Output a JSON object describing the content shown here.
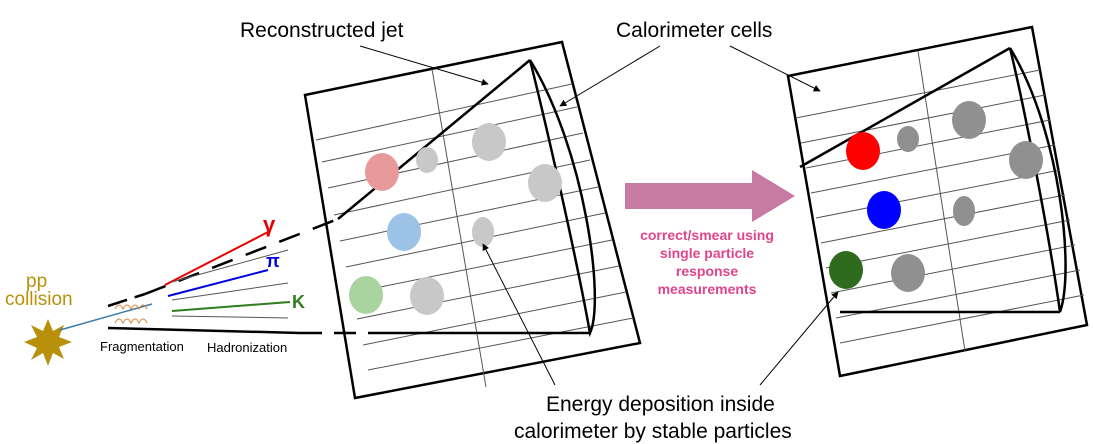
{
  "labels": {
    "reconstructed_jet": "Reconstructed jet",
    "calorimeter_cells": "Calorimeter cells",
    "pp": "pp",
    "collision": "collision",
    "fragmentation": "Fragmentation",
    "hadronization": "Hadronization",
    "energy_line1": "Energy deposition inside",
    "energy_line2": "calorimeter by stable particles"
  },
  "particles": {
    "gamma": "γ",
    "pi": "π",
    "k": "K"
  },
  "arrow_text": {
    "line1": "correct/smear using",
    "line2": "single particle",
    "line3": "response",
    "line4": "measurements"
  },
  "colors": {
    "collision_star": "#b8900a",
    "pp_text": "#b8900a",
    "gamma": "#e60000",
    "pi": "#0000e0",
    "k": "#2e7d1e",
    "arrow": "#c77ba3",
    "arrow_text": "#e0458a",
    "parton_line": "#3a7db0",
    "gluon": "#d9823b",
    "faded_red": "#e89a9a",
    "faded_blue": "#9cc3e6",
    "faded_green": "#a9d4a0",
    "light_gray": "#c8c8c8",
    "solid_red": "#ff0000",
    "solid_blue": "#0000ff",
    "solid_green": "#2e6b1e",
    "dark_gray": "#909090"
  }
}
